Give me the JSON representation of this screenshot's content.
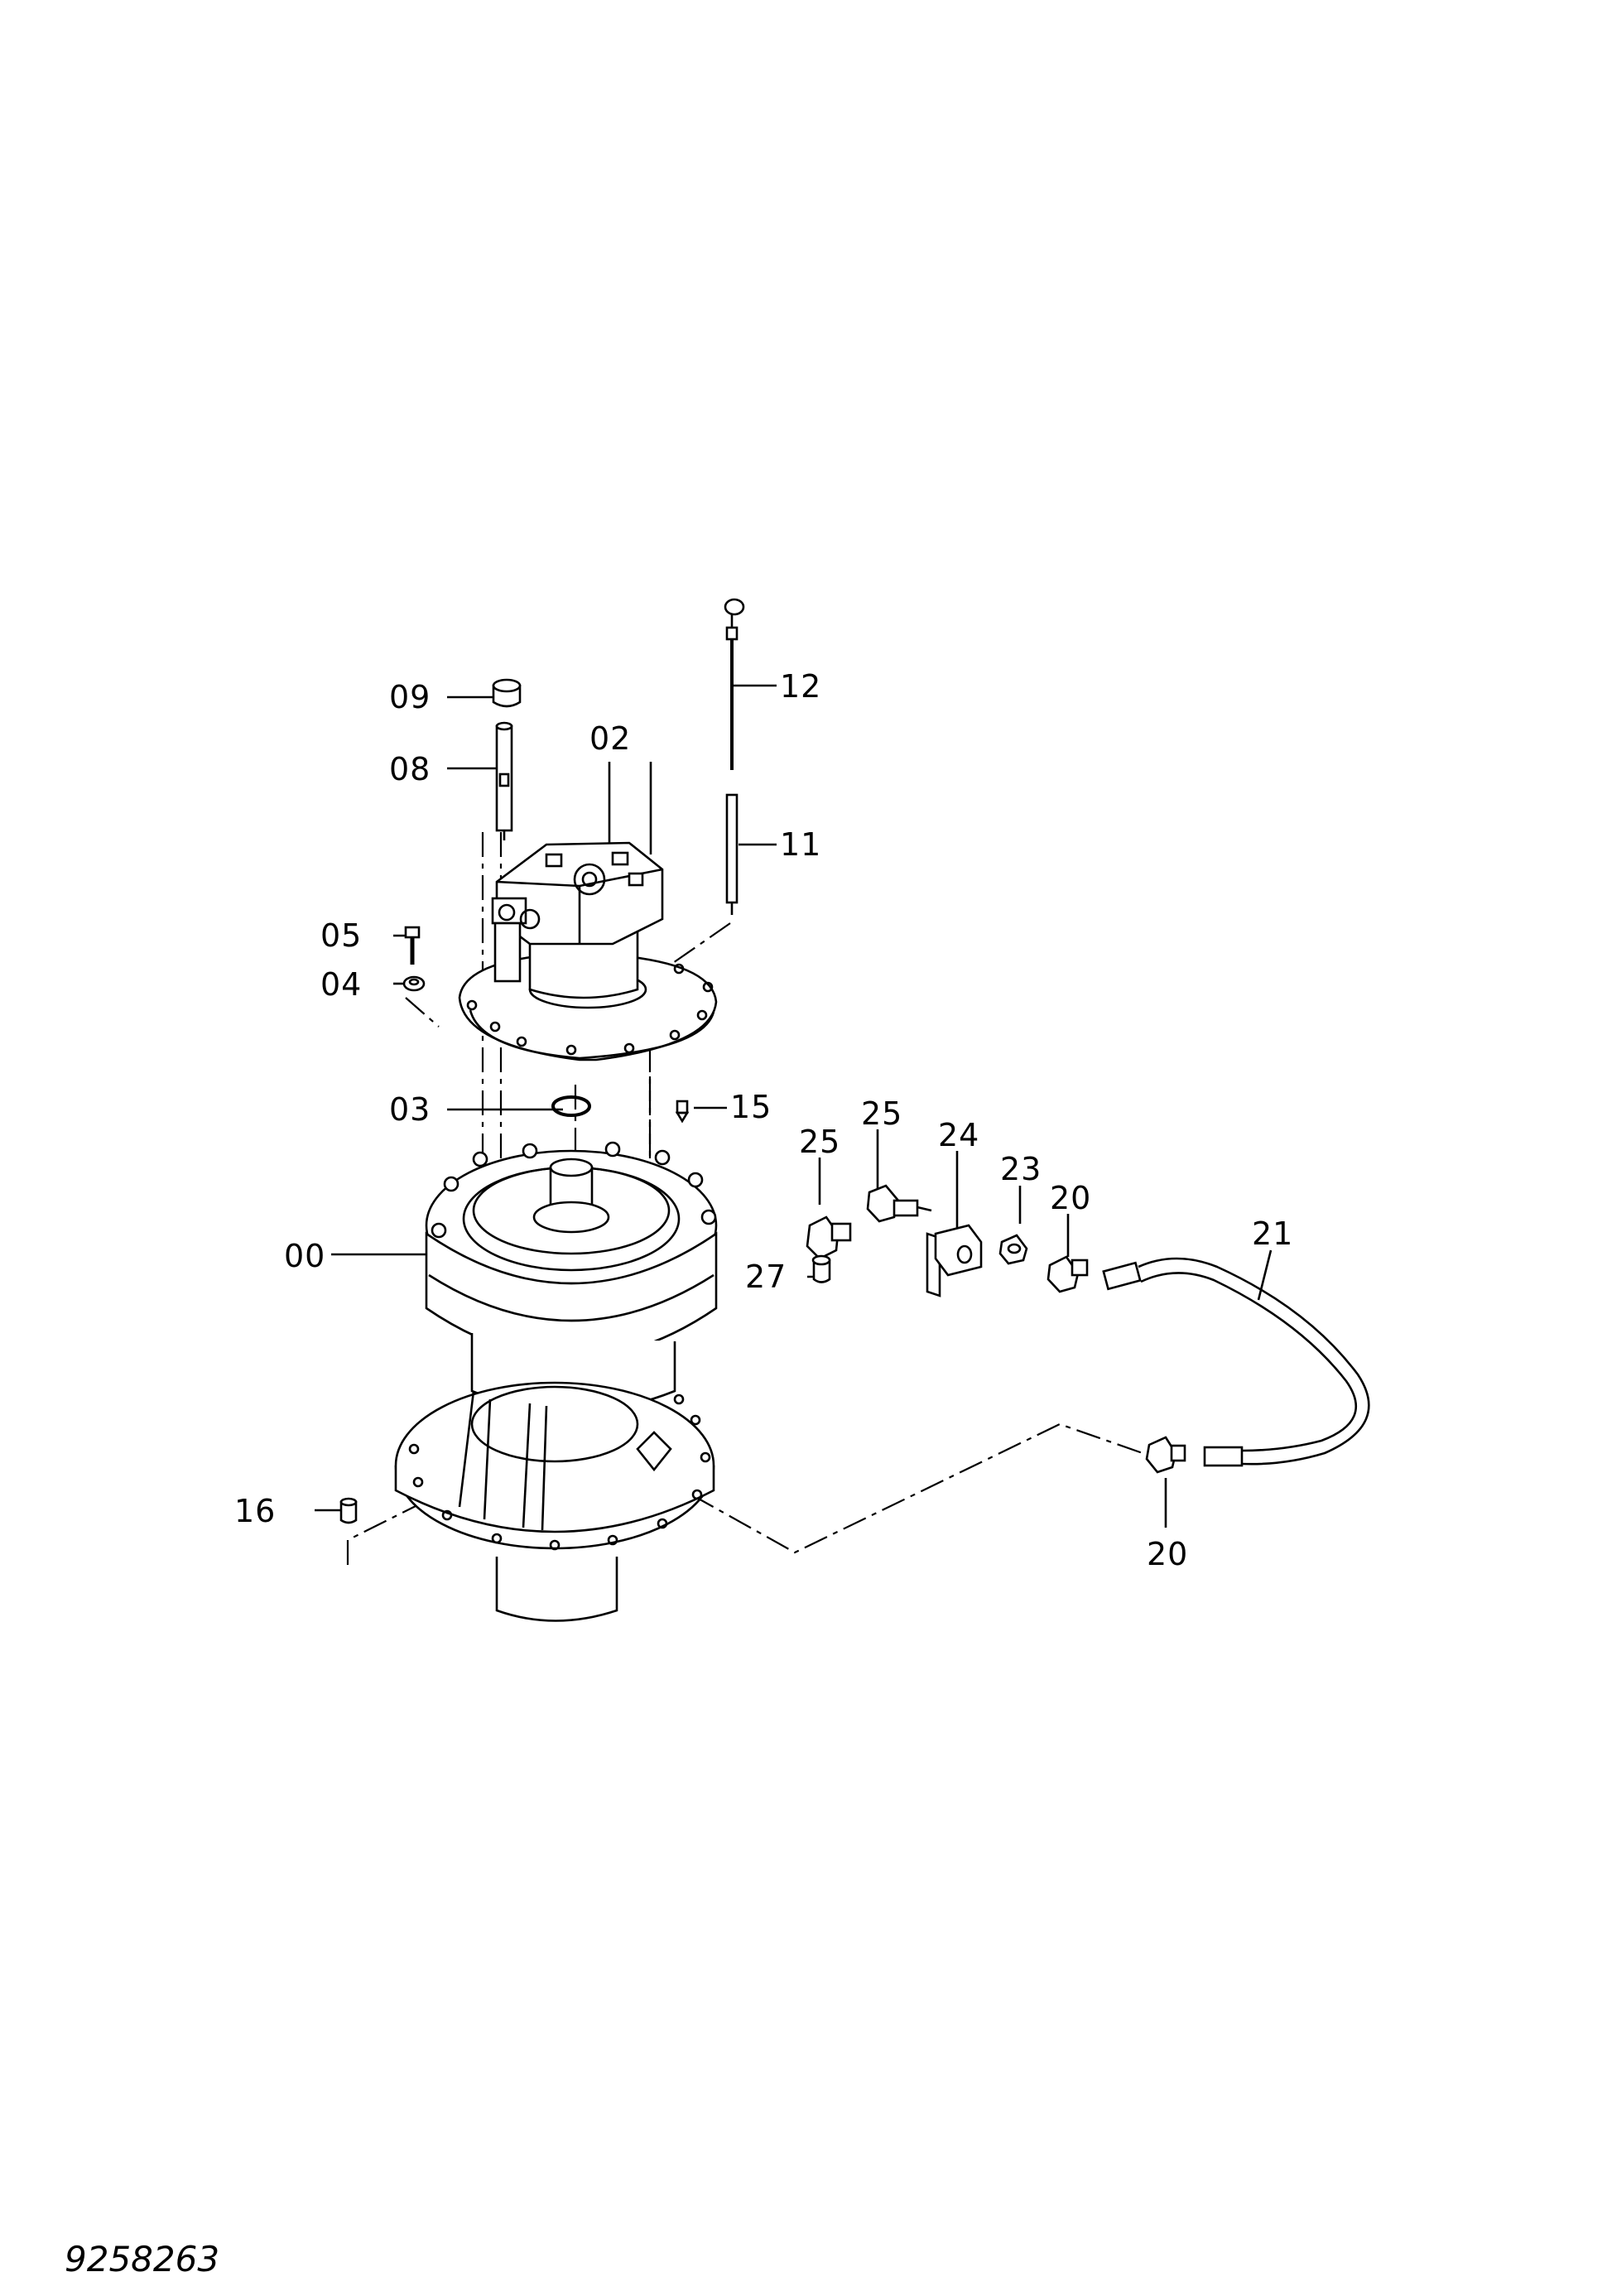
{
  "drawing_number": "9258263",
  "colors": {
    "line": "#000000",
    "background": "#ffffff"
  },
  "callouts": {
    "c00": "00",
    "c02": "02",
    "c03": "03",
    "c04": "04",
    "c05": "05",
    "c08": "08",
    "c09": "09",
    "c11": "11",
    "c12": "12",
    "c15": "15",
    "c16": "16",
    "c20a": "20",
    "c20b": "20",
    "c21": "21",
    "c23": "23",
    "c24": "24",
    "c25a": "25",
    "c25b": "25",
    "c27": "27"
  }
}
